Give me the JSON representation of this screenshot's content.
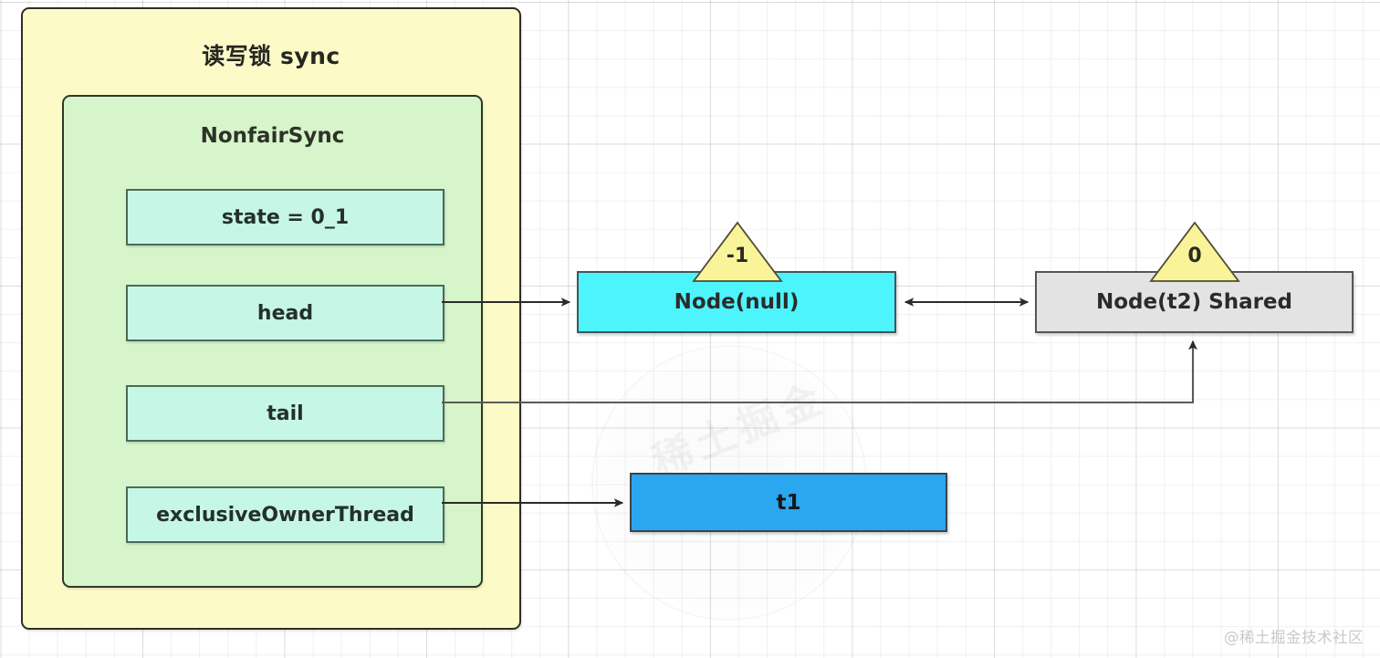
{
  "diagram": {
    "title": "读写锁 sync",
    "outer_box": {
      "label": "读写锁 sync",
      "fill": "#fcfbc8",
      "stroke": "#2e2e22"
    },
    "inner_box": {
      "label": "NonfairSync",
      "fill": "#d6f5ca",
      "stroke": "#2e3a26"
    },
    "fields": [
      {
        "label": "state = 0_1",
        "fill": "#c6f6e6"
      },
      {
        "label": "head",
        "fill": "#c6f6e6"
      },
      {
        "label": "tail",
        "fill": "#c6f6e6"
      },
      {
        "label": "exclusiveOwnerThread",
        "fill": "#c6f6e6"
      }
    ],
    "nodes": [
      {
        "label": "Node(null)",
        "fill": "#4df4fb",
        "waitstatus": "-1"
      },
      {
        "label": "Node(t2) Shared",
        "fill": "#e3e3e3",
        "waitstatus": "0"
      },
      {
        "label": "t1",
        "fill": "#2ba7f0"
      }
    ],
    "edges": [
      {
        "from": "head",
        "to": "Node(null)",
        "style": "solid-arrow"
      },
      {
        "from": "tail",
        "to": "Node(t2) Shared",
        "style": "solid-arrow-elbow"
      },
      {
        "from": "Node(null)",
        "to": "Node(t2) Shared",
        "style": "double-arrow"
      },
      {
        "from": "exclusiveOwnerThread",
        "to": "t1",
        "style": "solid-arrow"
      }
    ],
    "watermark": {
      "corner": "@稀土掘金技术社区",
      "center": "稀土掘金"
    },
    "colors": {
      "accent_cyan": "#4df4fb",
      "accent_blue": "#2ba7f0",
      "accent_yellow": "#fcfbc8",
      "accent_green": "#d6f5ca",
      "accent_mint": "#c6f6e6",
      "accent_gray": "#e3e3e3",
      "flag_yellow": "#f7f495"
    }
  }
}
